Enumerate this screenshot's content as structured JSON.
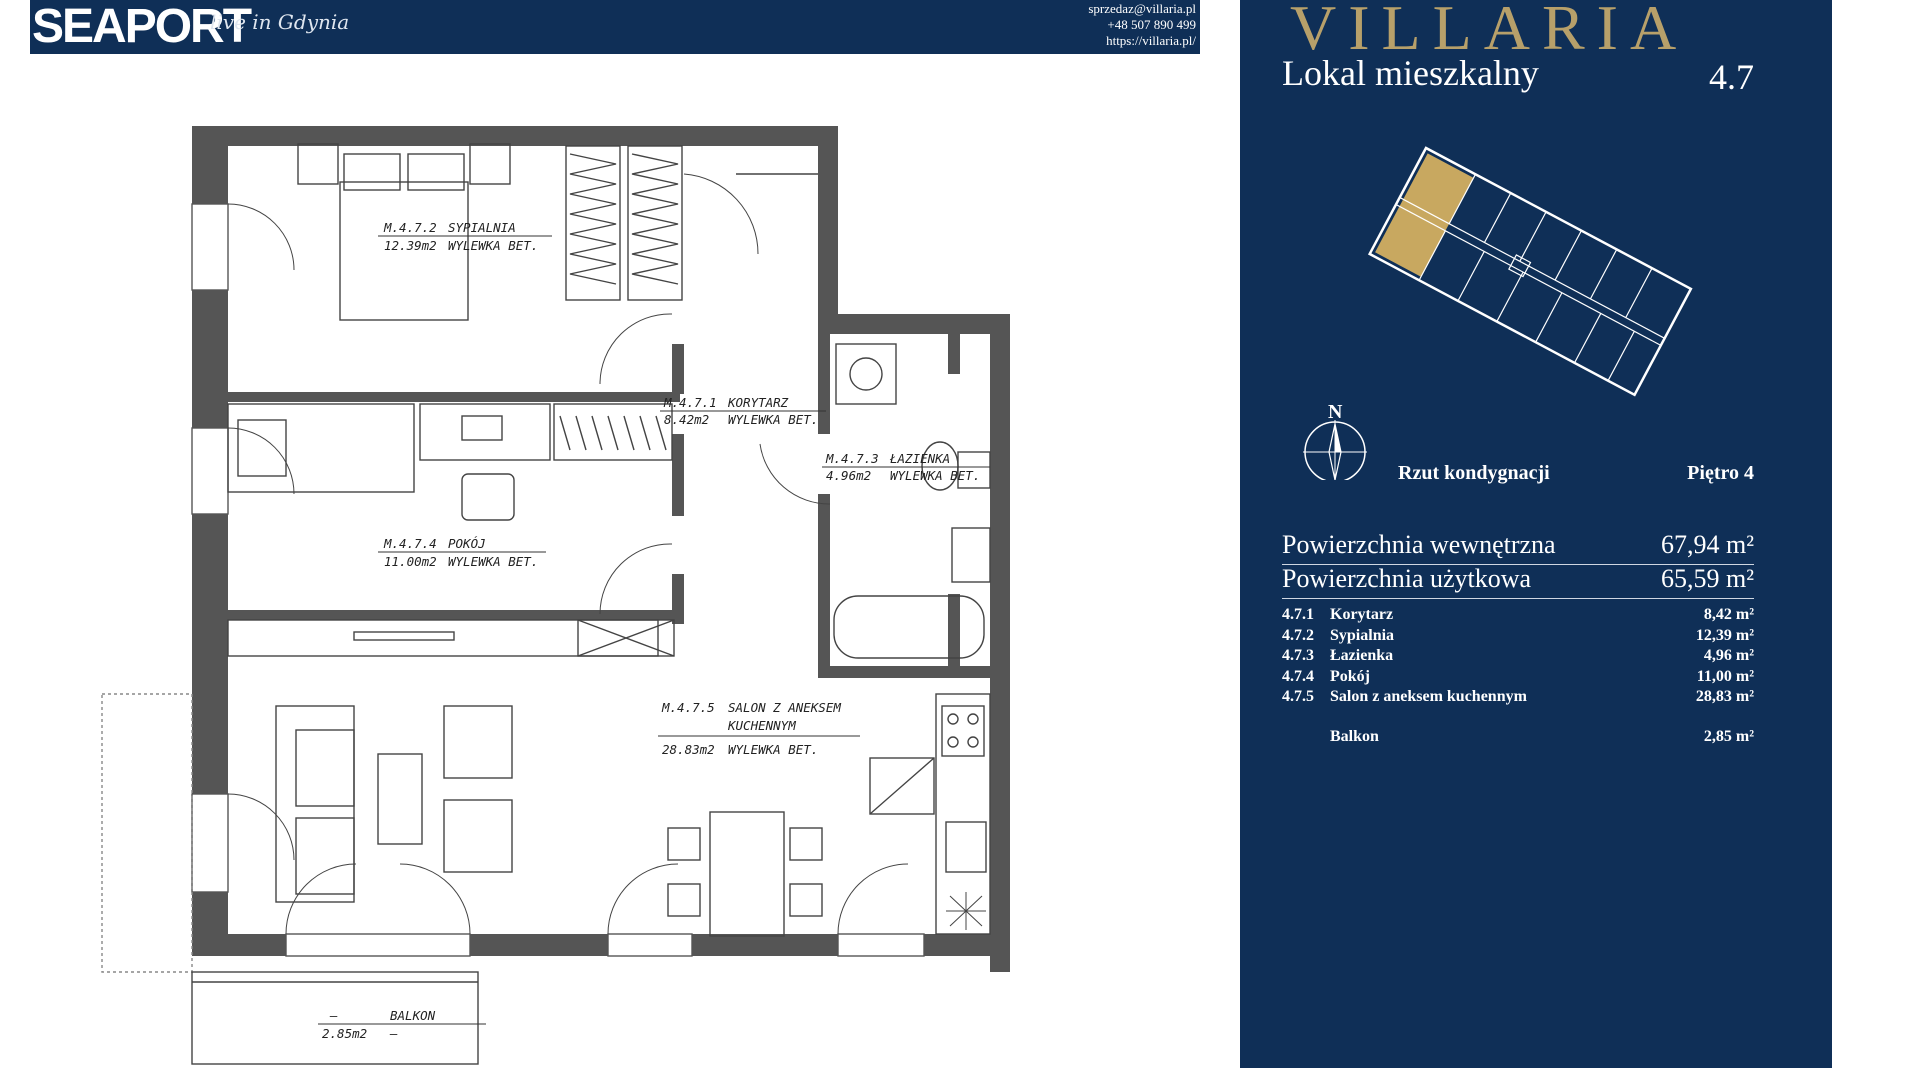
{
  "header": {
    "brand": "SEAPORT",
    "tagline": "live in Gdynia",
    "email": "sprzedaz@villaria.pl",
    "phone": "+48 507 890 499",
    "website": "https://villaria.pl/"
  },
  "plan": {
    "rooms": [
      {
        "code": "M.4.7.2",
        "name": "SYPIALNIA",
        "area": "12.39m2",
        "floor": "WYLEWKA BET."
      },
      {
        "code": "M.4.7.1",
        "name": "KORYTARZ",
        "area": "8.42m2",
        "floor": "WYLEWKA BET."
      },
      {
        "code": "M.4.7.3",
        "name": "ŁAZIENKA",
        "area": "4.96m2",
        "floor": "WYLEWKA BET."
      },
      {
        "code": "M.4.7.4",
        "name": "POKÓJ",
        "area": "11.00m2",
        "floor": "WYLEWKA BET."
      },
      {
        "code": "M.4.7.5",
        "name": "SALON Z ANEKSEM",
        "name2": "KUCHENNYM",
        "area": "28.83m2",
        "floor": "WYLEWKA BET."
      }
    ],
    "balcony": {
      "code": "–",
      "name": "BALKON",
      "area": "2.85m2",
      "floor": "–"
    }
  },
  "panel": {
    "logo": "VILLARIA",
    "title": "Lokal mieszkalny",
    "number": "4.7",
    "compass": "N",
    "rzut": "Rzut kondygnacji",
    "pietro": "Piętro 4",
    "internal_label": "Powierzchnia wewnętrzna",
    "internal_value": "67,94 m²",
    "usable_label": "Powierzchnia użytkowa",
    "usable_value": "65,59 m²",
    "rooms": [
      {
        "num": "4.7.1",
        "name": "Korytarz",
        "area": "8,42 m²"
      },
      {
        "num": "4.7.2",
        "name": "Sypialnia",
        "area": "12,39 m²"
      },
      {
        "num": "4.7.3",
        "name": "Łazienka",
        "area": "4,96 m²"
      },
      {
        "num": "4.7.4",
        "name": "Pokój",
        "area": "11,00 m²"
      },
      {
        "num": "4.7.5",
        "name": "Salon z aneksem kuchennym",
        "area": "28,83 m²"
      }
    ],
    "balcony_label": "Balkon",
    "balcony_value": "2,85 m²"
  }
}
